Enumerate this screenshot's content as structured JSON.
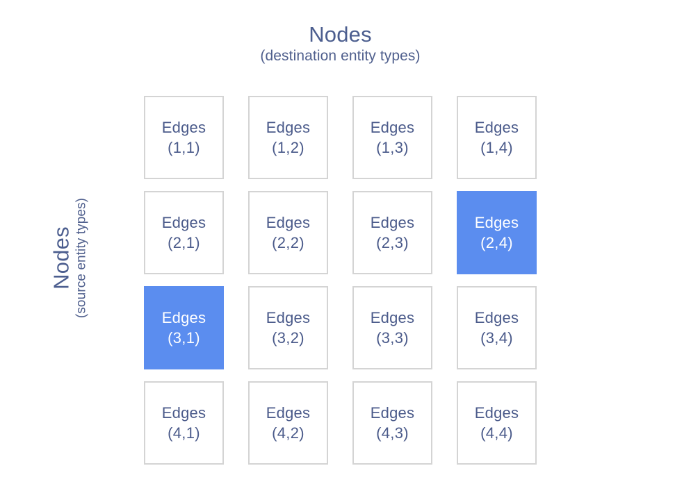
{
  "diagram": {
    "type": "matrix-grid",
    "rows": 4,
    "cols": 4,
    "colors": {
      "background": "#ffffff",
      "cell_background": "#ffffff",
      "cell_border": "#d4d4d4",
      "cell_text": "#4a5a8a",
      "highlight_background": "#5b8def",
      "highlight_text": "#ffffff",
      "axis_label_text": "#4c5e8f"
    }
  },
  "axes": {
    "top": {
      "title": "Nodes",
      "subtitle": "(destination entity types)"
    },
    "left": {
      "title": "Nodes",
      "subtitle": "(source entity types)"
    }
  },
  "cells": [
    {
      "label": "Edges",
      "coord": "(1,1)",
      "row": 1,
      "col": 1,
      "highlighted": false
    },
    {
      "label": "Edges",
      "coord": "(1,2)",
      "row": 1,
      "col": 2,
      "highlighted": false
    },
    {
      "label": "Edges",
      "coord": "(1,3)",
      "row": 1,
      "col": 3,
      "highlighted": false
    },
    {
      "label": "Edges",
      "coord": "(1,4)",
      "row": 1,
      "col": 4,
      "highlighted": false
    },
    {
      "label": "Edges",
      "coord": "(2,1)",
      "row": 2,
      "col": 1,
      "highlighted": false
    },
    {
      "label": "Edges",
      "coord": "(2,2)",
      "row": 2,
      "col": 2,
      "highlighted": false
    },
    {
      "label": "Edges",
      "coord": "(2,3)",
      "row": 2,
      "col": 3,
      "highlighted": false
    },
    {
      "label": "Edges",
      "coord": "(2,4)",
      "row": 2,
      "col": 4,
      "highlighted": true
    },
    {
      "label": "Edges",
      "coord": "(3,1)",
      "row": 3,
      "col": 1,
      "highlighted": true
    },
    {
      "label": "Edges",
      "coord": "(3,2)",
      "row": 3,
      "col": 2,
      "highlighted": false
    },
    {
      "label": "Edges",
      "coord": "(3,3)",
      "row": 3,
      "col": 3,
      "highlighted": false
    },
    {
      "label": "Edges",
      "coord": "(3,4)",
      "row": 3,
      "col": 4,
      "highlighted": false
    },
    {
      "label": "Edges",
      "coord": "(4,1)",
      "row": 4,
      "col": 1,
      "highlighted": false
    },
    {
      "label": "Edges",
      "coord": "(4,2)",
      "row": 4,
      "col": 2,
      "highlighted": false
    },
    {
      "label": "Edges",
      "coord": "(4,3)",
      "row": 4,
      "col": 3,
      "highlighted": false
    },
    {
      "label": "Edges",
      "coord": "(4,4)",
      "row": 4,
      "col": 4,
      "highlighted": false
    }
  ]
}
